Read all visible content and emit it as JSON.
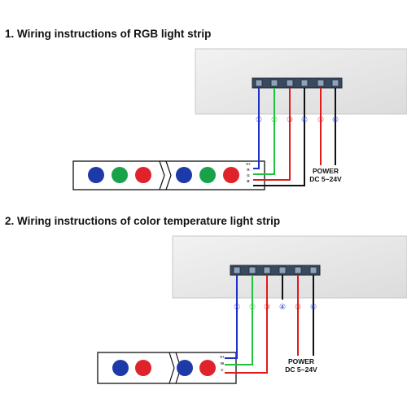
{
  "sections": [
    {
      "title": "1. Wiring instructions of RGB light strip",
      "terminal_numbers": [
        "①",
        "②",
        "③",
        "④",
        "⑤",
        "⑥"
      ],
      "power_label": "POWER",
      "voltage_label": "DC 5~24V",
      "strip_labels": [
        "V+",
        "R",
        "G",
        "B"
      ],
      "led_colors": [
        "#1e3aa8",
        "#19a24a",
        "#e0232a",
        "#1e3aa8",
        "#19a24a",
        "#e0232a"
      ],
      "wire_colors": [
        "#1f2fc9",
        "#1fc43a",
        "#e01b1b",
        "#111111",
        "#e01b1b",
        "#111111"
      ]
    },
    {
      "title": "2. Wiring instructions of color temperature light strip",
      "terminal_numbers": [
        "①",
        "②",
        "③",
        "④",
        "⑤",
        "⑥"
      ],
      "power_label": "POWER",
      "voltage_label": "DC 5~24V",
      "strip_labels": [
        "V+",
        "W",
        "C"
      ],
      "led_colors": [
        "#1e3aa8",
        "#e0232a",
        "#1e3aa8",
        "#e0232a"
      ],
      "wire_colors": [
        "#1f2fc9",
        "#1fc43a",
        "#e01b1b",
        "#111111",
        "#e01b1b",
        "#111111"
      ]
    }
  ]
}
